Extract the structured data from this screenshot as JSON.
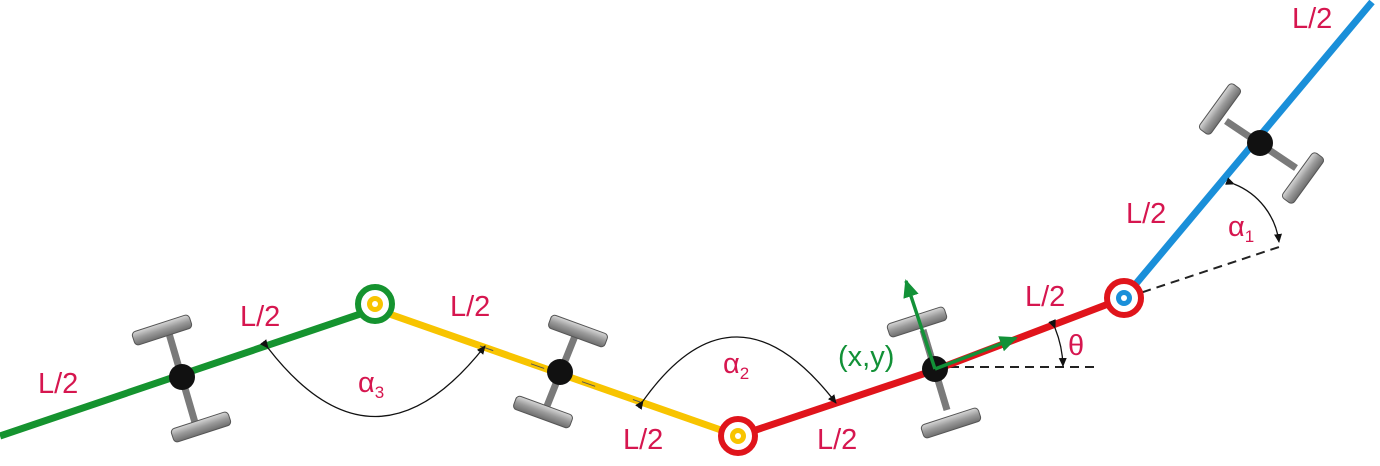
{
  "labels": {
    "half_length": "L/2",
    "alpha_symbol": "α",
    "alpha1_index": "1",
    "alpha2_index": "2",
    "alpha3_index": "3",
    "theta": "θ",
    "position": "(x,y)"
  },
  "colors": {
    "blue_segment": "#1a8fd9",
    "red_segment": "#e0141b",
    "yellow_segment": "#f8c400",
    "green_segment": "#15932f",
    "label_text": "#d6164f",
    "frame_arrows": "#129137",
    "axle_black": "#111111",
    "wheel_gray": "#a9a9a9"
  }
}
